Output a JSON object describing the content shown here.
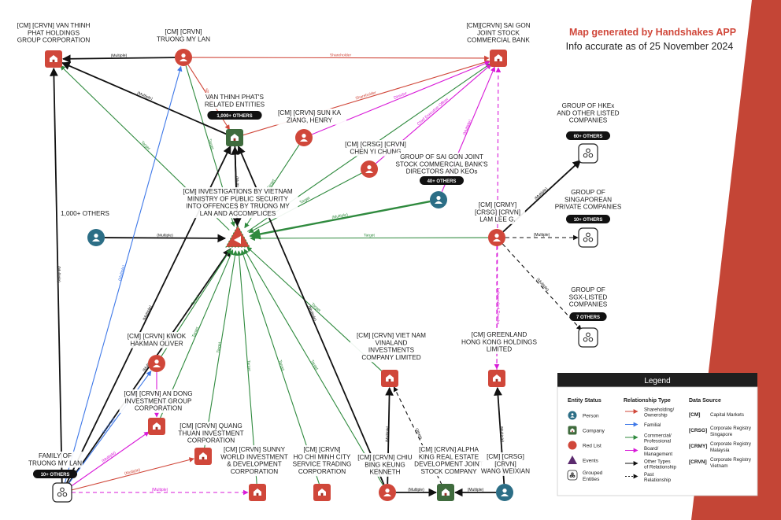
{
  "header": {
    "title": "Map generated by Handshakes APP",
    "subtitle": "Info accurate as of 25 November 2024"
  },
  "colors": {
    "red_list": "#d0473a",
    "person": "#2c6e86",
    "company": "#3f6b3d",
    "shareholding": "#d0473a",
    "familial": "#3e78e8",
    "commercial": "#2f8a3e",
    "board": "#d81ad8",
    "other": "#111111",
    "accent_band": "#c44536"
  },
  "nodes": [
    {
      "id": "vtp",
      "kind": "red-company",
      "icon": "company-icon",
      "lines": [
        "[CM] [CRVN] VAN THINH",
        "PHAT HOLDINGS",
        "GROUP CORPORATION"
      ]
    },
    {
      "id": "tml",
      "kind": "red-person",
      "icon": "person-icon",
      "lines": [
        "[CM] [CRVN]",
        "TRUONG MY LAN"
      ]
    },
    {
      "id": "scb",
      "kind": "red-company",
      "icon": "company-icon",
      "lines": [
        "[CM][CRVN] SAI GON",
        "JOINT STOCK",
        "COMMERCIAL BANK"
      ]
    },
    {
      "id": "vtpre",
      "kind": "company",
      "icon": "company-icon",
      "lines": [
        "VAN THINH PHAT'S",
        "RELATED ENTITIES"
      ],
      "badge": "1,000+ OTHERS"
    },
    {
      "id": "sun",
      "kind": "red-person",
      "icon": "person-icon",
      "lines": [
        "[CM] [CRVN] SUN KA",
        "ZIANG, HENRY"
      ]
    },
    {
      "id": "chen",
      "kind": "red-person",
      "icon": "person-icon",
      "lines": [
        "[CM] [CRSG] [CRVN]",
        "CHEN YI CHUNG"
      ]
    },
    {
      "id": "scbdir",
      "kind": "person",
      "icon": "person-icon",
      "lines": [
        "GROUP OF SAI GON JOINT",
        "STOCK COMMERCIAL BANK'S",
        "DIRECTORS AND KEOs"
      ],
      "badge": "40+ OTHERS"
    },
    {
      "id": "hkex",
      "kind": "group",
      "icon": "group-icon",
      "lines": [
        "GROUP OF HKEx",
        "AND OTHER LISTED",
        "COMPANIES"
      ],
      "badge": "60+ OTHERS"
    },
    {
      "id": "sgpriv",
      "kind": "group",
      "icon": "group-icon",
      "lines": [
        "GROUP OF",
        "SINGAPOREAN",
        "PRIVATE COMPANIES"
      ],
      "badge": "10+ OTHERS"
    },
    {
      "id": "sgx",
      "kind": "group",
      "icon": "group-icon",
      "lines": [
        "GROUP OF",
        "SGX-LISTED",
        "COMPANIES"
      ],
      "badge": "7 OTHERS"
    },
    {
      "id": "inv",
      "kind": "event",
      "icon": "event-icon",
      "lines": [
        "[CM] INVESTIGATIONS BY VIETNAM",
        "MINISTRY OF PUBLIC SECURITY",
        "INTO OFFENCES BY TRUONG MY",
        "LAN AND ACCOMPLICES"
      ]
    },
    {
      "id": "others1000",
      "kind": "person",
      "icon": "person-icon",
      "lines": [
        "1,000+ OTHERS"
      ]
    },
    {
      "id": "lam",
      "kind": "red-person",
      "icon": "person-icon",
      "lines": [
        "[CM] [CRMY]",
        "[CRSG] [CRVN]",
        "LAM LEE G."
      ]
    },
    {
      "id": "kwok",
      "kind": "red-person",
      "icon": "person-icon",
      "lines": [
        "[CM] [CRVN] KWOK",
        "HAKMAN OLIVER"
      ]
    },
    {
      "id": "andong",
      "kind": "red-company",
      "icon": "company-icon",
      "lines": [
        "[CM] [CRVN] AN DONG",
        "INVESTMENT GROUP",
        "CORPORATION"
      ]
    },
    {
      "id": "quang",
      "kind": "red-company",
      "icon": "company-icon",
      "lines": [
        "[CM] [CRVN] QUANG",
        "THUAN INVESTMENT",
        "CORPORATION"
      ]
    },
    {
      "id": "vinaland",
      "kind": "red-company",
      "icon": "company-icon",
      "lines": [
        "[CM] [CRVN] VIET NAM",
        "VINALAND",
        "INVESTMENTS",
        "COMPANY LIMITED"
      ]
    },
    {
      "id": "greenland",
      "kind": "red-company",
      "icon": "company-icon",
      "lines": [
        "[CM] GREENLAND",
        "HONG KONG HOLDINGS",
        "LIMITED"
      ]
    },
    {
      "id": "family",
      "kind": "group",
      "icon": "group-icon",
      "lines": [
        "FAMILY OF",
        "TRUONG MY LAN"
      ],
      "badge": "10+ OTHERS"
    },
    {
      "id": "sunny",
      "kind": "red-company",
      "icon": "company-icon",
      "lines": [
        "[CM] [CRVN] SUNNY",
        "WORLD INVESTMENT",
        "& DEVELOPMENT",
        "CORPORATION"
      ]
    },
    {
      "id": "hcmc",
      "kind": "red-company",
      "icon": "company-icon",
      "lines": [
        "[CM] [CRVN]",
        "HO CHI MINH CITY",
        "SERVICE TRADING",
        "CORPORATION"
      ]
    },
    {
      "id": "chiu",
      "kind": "red-person",
      "icon": "person-icon",
      "lines": [
        "[CM] [CRVN] CHIU",
        "BING KEUNG",
        "KENNETH"
      ]
    },
    {
      "id": "alpha",
      "kind": "company",
      "icon": "company-icon",
      "lines": [
        "[CM] [CRVN] ALPHA",
        "KING REAL ESTATE",
        "DEVELOPMENT JOINT",
        "STOCK COMPANY"
      ]
    },
    {
      "id": "wang",
      "kind": "person",
      "icon": "person-icon",
      "lines": [
        "[CM] [CRSG]",
        "[CRVN]",
        "WANG WEIXIAN"
      ]
    }
  ],
  "edges": [
    {
      "from": "tml",
      "to": "vtp",
      "type": "other",
      "label": "(Multiple)"
    },
    {
      "from": "tml",
      "to": "scb",
      "type": "shareholding",
      "label": "Shareholder"
    },
    {
      "from": "tml",
      "to": "vtpre",
      "type": "shareholding",
      "label": "Shareho"
    },
    {
      "from": "tml",
      "to": "inv",
      "type": "commercial",
      "label": "Target"
    },
    {
      "from": "vtpre",
      "to": "vtp",
      "type": "other",
      "label": "(Multiple)"
    },
    {
      "from": "vtpre",
      "to": "scb",
      "type": "shareholding",
      "label": "Shareholder"
    },
    {
      "from": "vtpre",
      "to": "inv",
      "type": "other",
      "label": "(Multiple)"
    },
    {
      "from": "inv",
      "to": "vtpre",
      "type": "other",
      "label": ""
    },
    {
      "from": "inv",
      "to": "vtp",
      "type": "commercial",
      "label": "Target"
    },
    {
      "from": "inv",
      "to": "scb",
      "type": "commercial",
      "label": "Target"
    },
    {
      "from": "sun",
      "to": "scb",
      "type": "board",
      "label": "Director"
    },
    {
      "from": "sun",
      "to": "inv",
      "type": "commercial",
      "label": "Target"
    },
    {
      "from": "chen",
      "to": "scb",
      "type": "board",
      "label": "Chief Executive Officer"
    },
    {
      "from": "chen",
      "to": "inv",
      "type": "commercial",
      "label": "Target"
    },
    {
      "from": "scbdir",
      "to": "scb",
      "type": "board",
      "label": "(Multiple)"
    },
    {
      "from": "scbdir",
      "to": "inv",
      "type": "commercial",
      "label": "(Multiple)"
    },
    {
      "from": "others1000",
      "to": "inv",
      "type": "other",
      "label": "(Multiple)"
    },
    {
      "from": "lam",
      "to": "inv",
      "type": "commercial",
      "label": "Target"
    },
    {
      "from": "lam",
      "to": "hkex",
      "type": "other",
      "label": "(Multiple)"
    },
    {
      "from": "lam",
      "to": "sgpriv",
      "type": "other-past",
      "label": "(Multiple)"
    },
    {
      "from": "lam",
      "to": "sgx",
      "type": "other-past",
      "label": "(Multiple)"
    },
    {
      "from": "greenland",
      "to": "scb",
      "type": "board-past",
      "label": "Director"
    },
    {
      "from": "lam",
      "to": "greenland",
      "type": "board-past",
      "label": "Independent Director"
    },
    {
      "from": "family",
      "to": "vtp",
      "type": "other",
      "label": "(Multiple)"
    },
    {
      "from": "family",
      "to": "tml",
      "type": "familial",
      "label": "(Multiple)"
    },
    {
      "from": "family",
      "to": "vtpre",
      "type": "other",
      "label": "(Multiple)"
    },
    {
      "from": "family",
      "to": "inv",
      "type": "other",
      "label": "(Multiple)"
    },
    {
      "from": "family",
      "to": "kwok",
      "type": "familial",
      "label": "Son-in-law"
    },
    {
      "from": "family",
      "to": "andong",
      "type": "board",
      "label": "(Multiple)"
    },
    {
      "from": "family",
      "to": "quang",
      "type": "shareholding",
      "label": "(Multiple)"
    },
    {
      "from": "family",
      "to": "sunny",
      "type": "board-past",
      "label": "(Multiple)"
    },
    {
      "from": "kwok",
      "to": "inv",
      "type": "commercial",
      "label": "Target"
    },
    {
      "from": "kwok",
      "to": "andong",
      "type": "board",
      "label": "Dire"
    },
    {
      "from": "andong",
      "to": "inv",
      "type": "commercial",
      "label": "Target"
    },
    {
      "from": "quang",
      "to": "inv",
      "type": "commercial",
      "label": "Target"
    },
    {
      "from": "sunny",
      "to": "inv",
      "type": "commercial",
      "label": "Target"
    },
    {
      "from": "hcmc",
      "to": "inv",
      "type": "commercial",
      "label": "Target"
    },
    {
      "from": "vinaland",
      "to": "inv",
      "type": "commercial",
      "label": "Target"
    },
    {
      "from": "chiu",
      "to": "vinaland",
      "type": "other",
      "label": "(Multiple)"
    },
    {
      "from": "chiu",
      "to": "vtpre",
      "type": "other",
      "label": "(Multiple)"
    },
    {
      "from": "chiu",
      "to": "alpha",
      "type": "other",
      "label": "(Multiple)"
    },
    {
      "from": "chiu",
      "to": "inv",
      "type": "commercial",
      "label": "Target"
    },
    {
      "from": "alpha",
      "to": "vinaland",
      "type": "other-past",
      "label": "Others"
    },
    {
      "from": "wang",
      "to": "alpha",
      "type": "other",
      "label": "(Multiple)"
    },
    {
      "from": "wang",
      "to": "greenland",
      "type": "other",
      "label": "(Multiple)"
    }
  ],
  "legend": {
    "title": "Legend",
    "headers": {
      "status": "Entity Status",
      "relationship": "Relationship Type",
      "source": "Data Source"
    },
    "status": [
      {
        "icon": "person-icon",
        "label": "Person"
      },
      {
        "icon": "company-icon",
        "label": "Company"
      },
      {
        "icon": "red-list-icon",
        "label": "Red List"
      },
      {
        "icon": "event-icon",
        "label": "Events"
      },
      {
        "icon": "group-icon",
        "label": "Grouped Entities"
      }
    ],
    "relationships": [
      {
        "type": "shareholding",
        "label": "Shareholding/ Ownership"
      },
      {
        "type": "familial",
        "label": "Familial"
      },
      {
        "type": "commercial",
        "label": "Commercial/ Professional"
      },
      {
        "type": "board",
        "label": "Board/ Management"
      },
      {
        "type": "other",
        "label": "Other Types of Relationship"
      },
      {
        "type": "past",
        "label": "Past Relationship"
      }
    ],
    "sources": [
      {
        "code": "[CM]",
        "label": "Capital Markets"
      },
      {
        "code": "[CRSG]",
        "label": "Corporate Registry Singapore"
      },
      {
        "code": "[CRMY]",
        "label": "Corporate Registry Malaysia"
      },
      {
        "code": "[CRVN]",
        "label": "Corporate Registry Vietnam"
      }
    ]
  }
}
